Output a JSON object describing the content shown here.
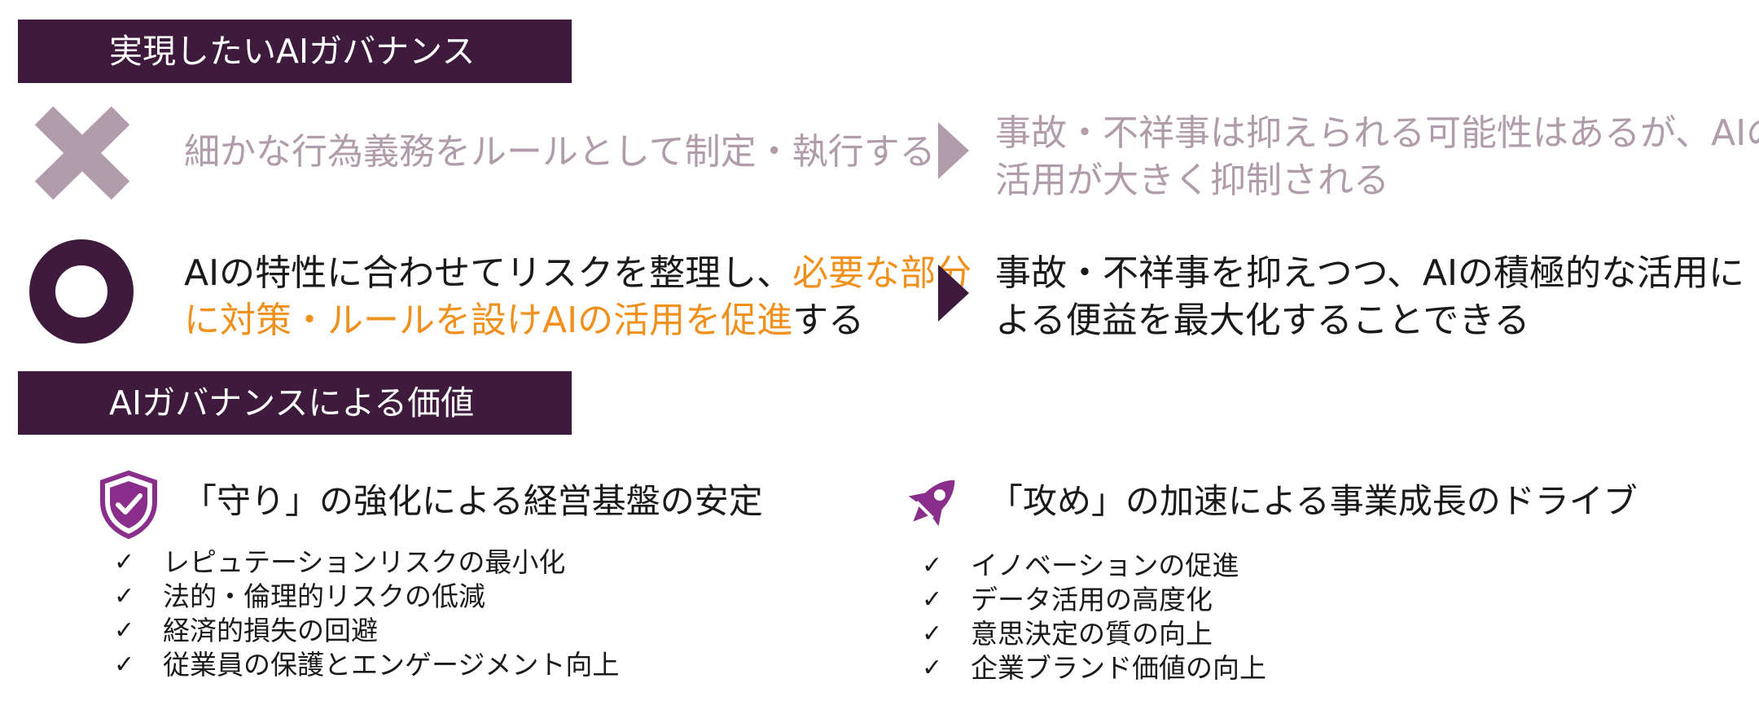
{
  "section1": {
    "title": "実現したいAIガバナンス"
  },
  "bad_row": {
    "approach": "細かな行為義務をルールとして制定・執行する",
    "result_line1": "事故・不祥事は抑えられる可能性はあるが、AIの",
    "result_line2": "活用が大きく抑制される"
  },
  "good_row": {
    "approach_part1": "AIの特性に合わせてリスクを整理し、",
    "approach_hl1": "必要な部分",
    "approach_hl2": "に対策・ルールを設けAIの活用を促進",
    "approach_part2": "する",
    "result_line1": "事故・不祥事を抑えつつ、AIの積極的な活用に",
    "result_line2": "よる便益を最大化することできる"
  },
  "section2": {
    "title": "AIガバナンスによる価値"
  },
  "defense": {
    "title": "「守り」の強化による経営基盤の安定",
    "items": [
      "レピュテーションリスクの最小化",
      "法的・倫理的リスクの低減",
      "経済的損失の回避",
      "従業員の保護とエンゲージメント向上"
    ]
  },
  "offense": {
    "title": "「攻め」の加速による事業成長のドライブ",
    "items": [
      "イノベーションの促進",
      "データ活用の高度化",
      "意思決定の質の向上",
      "企業ブランド価値の向上"
    ]
  },
  "icons": {
    "bad": "cross-icon",
    "good": "circle-icon",
    "arrow": "triangle-arrow-icon",
    "defense": "shield-check-icon",
    "offense": "rocket-icon",
    "check": "checkmark-icon"
  },
  "colors": {
    "header_bg": "#3e1a3d",
    "highlight": "#f0901d",
    "muted": "#b09cab",
    "accent_purple": "#8a2e8c"
  }
}
